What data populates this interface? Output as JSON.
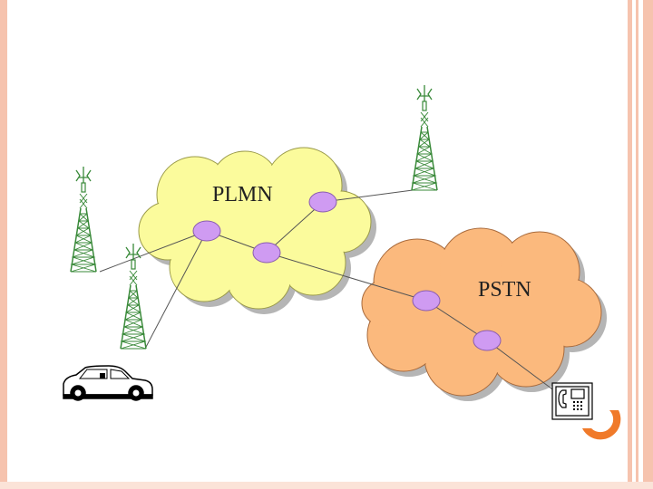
{
  "diagram": {
    "clouds": [
      {
        "id": "plmn",
        "label": "PLMN",
        "fill": "#fbfb9c"
      },
      {
        "id": "pstn",
        "label": "PSTN",
        "fill": "#fbb97d"
      }
    ],
    "node_color": "#cf9bf2",
    "link_color": "#555555",
    "tower_color": "#3a8a3a",
    "accent_color": "#f07a2a",
    "icons": [
      "cell-tower-icon",
      "car-icon",
      "payphone-icon"
    ]
  }
}
